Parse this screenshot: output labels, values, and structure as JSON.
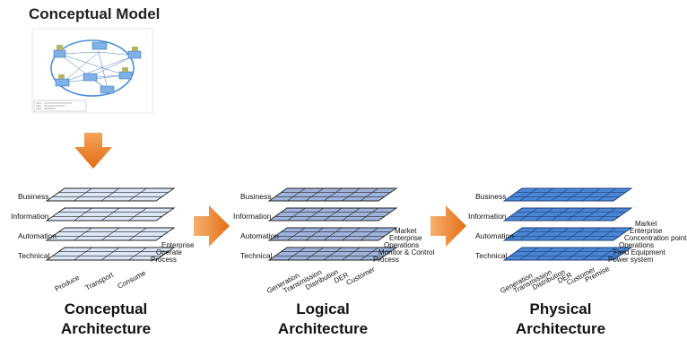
{
  "title": "Conceptual Model",
  "stacks": [
    {
      "id": "conceptual",
      "fill": "#dce7f5",
      "stroke": "#222222",
      "caption_line1": "Conceptual",
      "caption_line2": "Architecture",
      "layer_labels": [
        "Business",
        "Information",
        "Automation",
        "Technical"
      ],
      "right_axis": [
        "Enterprise",
        "Operate",
        "Process"
      ],
      "bottom_axis": [
        "Produce",
        "Transport",
        "Consume"
      ]
    },
    {
      "id": "logical",
      "fill": "#9fb4dc",
      "stroke": "#222222",
      "caption_line1": "Logical",
      "caption_line2": "Architecture",
      "layer_labels": [
        "Business",
        "Information",
        "Automation",
        "Technical"
      ],
      "right_axis": [
        "Market",
        "Enterprise",
        "Operations",
        "Monitor & Control",
        "Process"
      ],
      "bottom_axis": [
        "Generation",
        "Transmission",
        "Distribution",
        "DER",
        "Customer"
      ]
    },
    {
      "id": "physical",
      "fill": "#4a86d4",
      "stroke": "#1f3f7a",
      "caption_line1": "Physical",
      "caption_line2": "Architecture",
      "layer_labels": [
        "Business",
        "Information",
        "Automation",
        "Technical"
      ],
      "right_axis": [
        "Market",
        "Enterprise",
        "Concentration points",
        "Operations",
        "Field Equipment",
        "Power system"
      ],
      "bottom_axis": [
        "Generation",
        "Transmission",
        "Distribution",
        "DER",
        "Customer",
        "Premise"
      ]
    }
  ],
  "arrow_color": "#e8822a"
}
